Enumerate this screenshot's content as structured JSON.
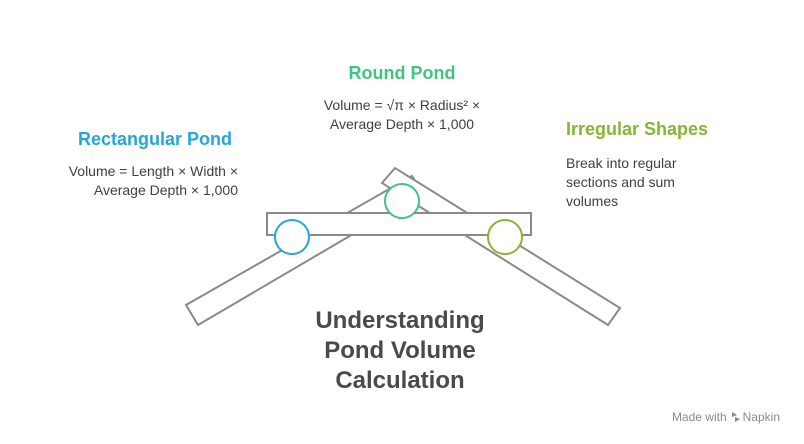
{
  "title": "Understanding Pond Volume Calculation",
  "items": [
    {
      "heading": "Rectangular Pond",
      "text": "Volume = Length × Width × Average Depth × 1,000",
      "color": "#24a7d8"
    },
    {
      "heading": "Round Pond",
      "text": "Volume = √π × Radius² × Average Depth × 1,000",
      "color": "#3fc482"
    },
    {
      "heading": "Irregular Shapes",
      "text": "Break into regular sections and sum volumes",
      "color": "#86b532"
    }
  ],
  "footer": {
    "made_with": "Made with",
    "brand": "Napkin",
    "brand_icon": "napkin-logo-icon"
  },
  "colors": {
    "outline": "#8a8a8a",
    "title": "#4a4a4a",
    "body_text": "#404040"
  }
}
